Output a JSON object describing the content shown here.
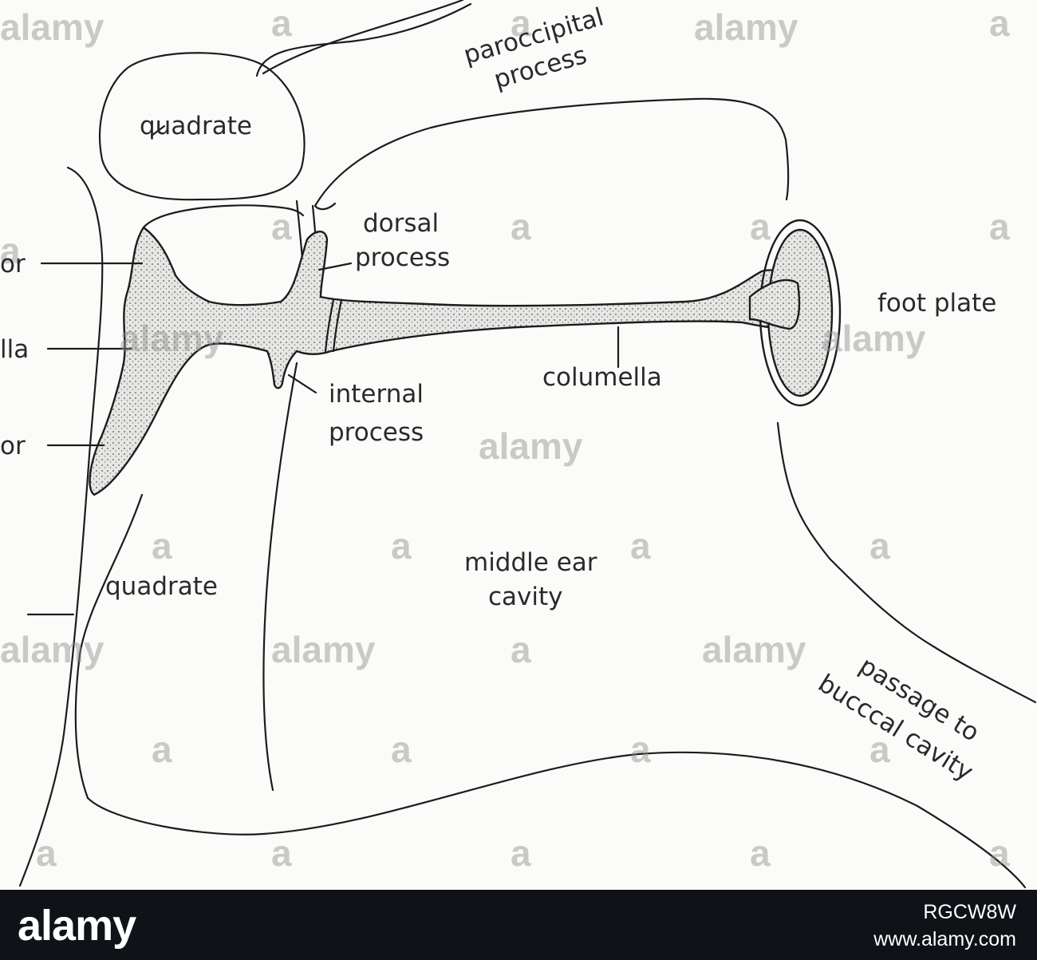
{
  "labels": {
    "paroccipital_process": [
      "paroccipital",
      "process"
    ],
    "quadrate_top": "quadrate",
    "dorsal_process": [
      "dorsal",
      "process"
    ],
    "foot_plate": "foot plate",
    "columella": "columella",
    "internal_process": [
      "internal",
      "process"
    ],
    "middle_ear_cavity": [
      "middle ear",
      "cavity"
    ],
    "quadrate_lower": "quadrate",
    "passage": [
      "passage to",
      "bucccal cavity"
    ],
    "cut_or_1": "or",
    "cut_lla": "lla",
    "cut_or_2": "or"
  },
  "watermark": {
    "mark": "alamy",
    "small": "a"
  },
  "banner": {
    "logo": "alamy",
    "image_id": "RGCW8W",
    "url": "www.alamy.com"
  }
}
